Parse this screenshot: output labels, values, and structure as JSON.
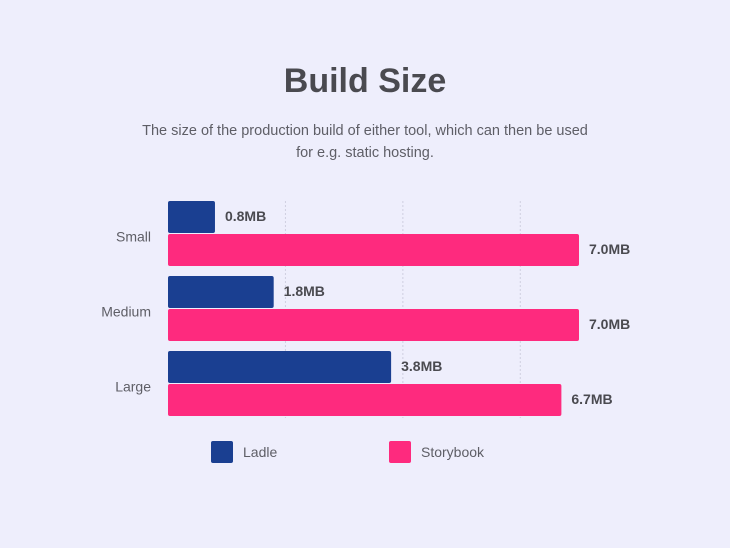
{
  "chart_data": {
    "type": "bar",
    "orientation": "horizontal",
    "title": "Build Size",
    "subtitle": "The size of the production build of either tool, which can then be used for e.g. static hosting.",
    "categories": [
      "Small",
      "Medium",
      "Large"
    ],
    "series": [
      {
        "name": "Ladle",
        "color": "#1a3f91",
        "values": [
          0.8,
          1.8,
          3.8
        ],
        "labels": [
          "0.8MB",
          "1.8MB",
          "3.8MB"
        ]
      },
      {
        "name": "Storybook",
        "color": "#fe2a7e",
        "values": [
          7.0,
          7.0,
          6.7
        ],
        "labels": [
          "7.0MB",
          "7.0MB",
          "6.7MB"
        ]
      }
    ],
    "xlim": [
      0,
      7.5
    ],
    "grid": true,
    "legend": "bottom"
  }
}
